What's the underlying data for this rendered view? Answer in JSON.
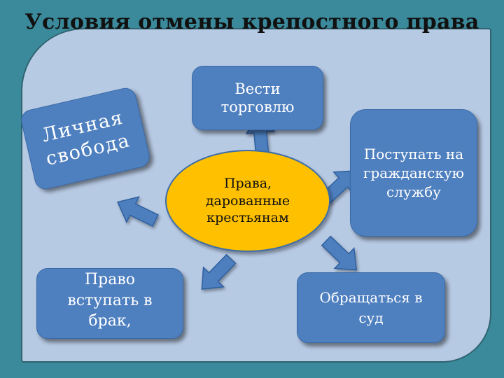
{
  "title": "Условия отмены крепостного права",
  "center": {
    "label": "Права, дарованные крестьянам"
  },
  "boxes": {
    "personal_freedom": "Личная свобода",
    "trade": "Вести торговлю",
    "civil_service": "Поступать на гражданскую службу",
    "marriage": "Право вступать в брак,",
    "court": "Обращаться в суд"
  },
  "colors": {
    "background": "#3b8a9b",
    "panel": "#b7cae4",
    "box": "#4e7fbf",
    "center": "#ffc000"
  }
}
